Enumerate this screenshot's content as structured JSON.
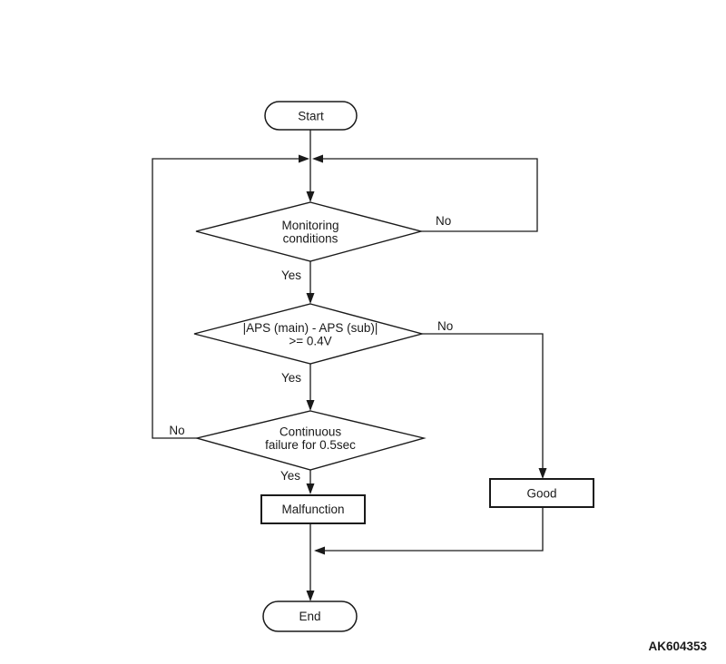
{
  "diagram": {
    "type": "flowchart",
    "figure_code": "AK604353",
    "colors": {
      "line": "#1a1a1a",
      "background": "#ffffff"
    },
    "nodes": {
      "start": {
        "label": "Start",
        "shape": "terminator"
      },
      "monitoring_conditions": {
        "line1": "Monitoring",
        "line2": "conditions",
        "shape": "decision"
      },
      "aps_check": {
        "line1": "|APS (main) - APS (sub)|",
        "line2": ">= 0.4V",
        "shape": "decision"
      },
      "continuous_failure": {
        "line1": "Continuous",
        "line2": "failure for 0.5sec",
        "shape": "decision"
      },
      "malfunction": {
        "label": "Malfunction",
        "shape": "process"
      },
      "good": {
        "label": "Good",
        "shape": "process"
      },
      "end": {
        "label": "End",
        "shape": "terminator"
      }
    },
    "edge_labels": {
      "monitoring_no": "No",
      "monitoring_yes": "Yes",
      "aps_no": "No",
      "aps_yes": "Yes",
      "continuous_no": "No",
      "continuous_yes": "Yes"
    }
  }
}
